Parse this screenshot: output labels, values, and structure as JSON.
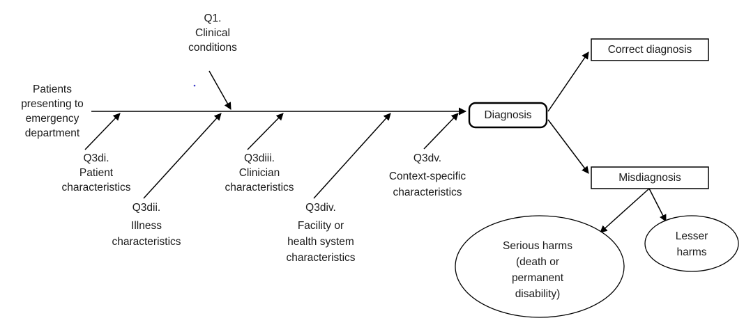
{
  "diagram": {
    "type": "fishbone-ishikawa",
    "title": "",
    "input": {
      "label": "Patients presenting to emergency department",
      "lines": [
        "Patients",
        "presenting to",
        "emergency",
        "department"
      ]
    },
    "spine": {
      "head_node": "Diagnosis",
      "direction": "left-to-right"
    },
    "top_branches": [
      {
        "id": "Q1",
        "code": "Q1.",
        "name": "Clinical conditions",
        "lines": [
          "Q1.",
          "Clinical",
          "conditions"
        ]
      }
    ],
    "bottom_branches": [
      {
        "id": "Q3di",
        "code": "Q3di.",
        "name": "Patient characteristics",
        "lines": [
          "Q3di.",
          "Patient",
          "characteristics"
        ]
      },
      {
        "id": "Q3dii",
        "code": "Q3dii.",
        "name": "Illness characteristics",
        "lines": [
          "Q3dii.",
          "Illness",
          "characteristics"
        ]
      },
      {
        "id": "Q3diii",
        "code": "Q3diii.",
        "name": "Clinician characteristics",
        "lines": [
          "Q3diii.",
          "Clinician",
          "characteristics"
        ]
      },
      {
        "id": "Q3div",
        "code": "Q3div.",
        "name": "Facility or health system characteristics",
        "lines": [
          "Q3div.",
          "Facility or",
          "health system",
          "characteristics"
        ]
      },
      {
        "id": "Q3dv",
        "code": "Q3dv.",
        "name": "Context-specific characteristics",
        "lines": [
          "Q3dv.",
          "Context-specific",
          "characteristics"
        ]
      }
    ],
    "nodes": {
      "diagnosis": {
        "label": "Diagnosis",
        "shape": "rounded-rectangle"
      },
      "correct_diagnosis": {
        "label": "Correct diagnosis",
        "shape": "rectangle"
      },
      "misdiagnosis": {
        "label": "Misdiagnosis",
        "shape": "rectangle"
      },
      "serious_harms": {
        "label": "Serious harms (death or permanent disability)",
        "lines": [
          "Serious harms",
          "(death or",
          "permanent",
          "disability)"
        ],
        "shape": "ellipse"
      },
      "lesser_harms": {
        "label": "Lesser harms",
        "lines": [
          "Lesser",
          "harms"
        ],
        "shape": "ellipse"
      }
    },
    "colors": {
      "stroke": "#000000",
      "text": "#1a1a1a",
      "background": "#ffffff",
      "artifact_dot": "#3b3bc8"
    }
  }
}
